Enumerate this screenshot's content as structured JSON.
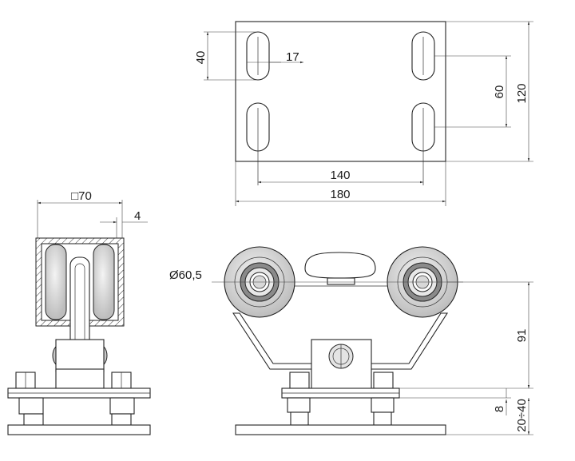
{
  "dimensions": {
    "slot_length": "40",
    "slot_width": "17",
    "hole_spacing_vertical": "60",
    "plate_height": "120",
    "hole_spacing_horizontal": "140",
    "plate_width": "180",
    "profile_size": "□70",
    "profile_wall": "4",
    "wheel_diameter": "Ø60,5",
    "height_to_plate": "91",
    "plate_thickness": "8",
    "adjust_range": "20÷40"
  },
  "colors": {
    "line": "#222222",
    "wheel_fill": "#d0d0d0",
    "background": "#ffffff"
  }
}
